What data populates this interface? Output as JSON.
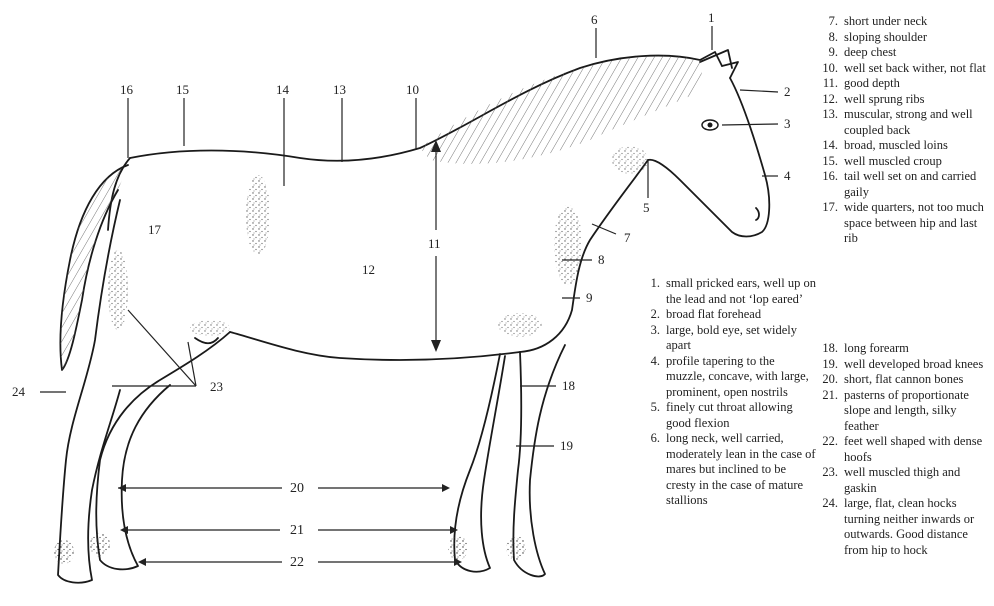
{
  "callouts": {
    "c1": "1",
    "c2": "2",
    "c3": "3",
    "c4": "4",
    "c5": "5",
    "c6": "6",
    "c7": "7",
    "c8": "8",
    "c9": "9",
    "c10": "10",
    "c11": "11",
    "c12": "12",
    "c13": "13",
    "c14": "14",
    "c15": "15",
    "c16": "16",
    "c17": "17",
    "c18": "18",
    "c19": "19",
    "c20": "20",
    "c21": "21",
    "c22": "22",
    "c23": "23",
    "c24": "24"
  },
  "legend_left": [
    {
      "n": "1.",
      "t": "small pricked ears, well up on the lead and not ‘lop eared’"
    },
    {
      "n": "2.",
      "t": "broad flat forehead"
    },
    {
      "n": "3.",
      "t": "large, bold eye, set widely apart"
    },
    {
      "n": "4.",
      "t": "profile tapering to the muzzle, concave, with large, prominent, open nostrils"
    },
    {
      "n": "5.",
      "t": "finely cut throat allowing good flexion"
    },
    {
      "n": "6.",
      "t": "long neck, well carried, moderately lean in the case of mares but inclined to be cresty in the case of mature stallions"
    }
  ],
  "legend_right_top": [
    {
      "n": "7.",
      "t": "short under neck"
    },
    {
      "n": "8.",
      "t": "sloping shoulder"
    },
    {
      "n": "9.",
      "t": "deep chest"
    },
    {
      "n": "10.",
      "t": "well set back wither, not flat"
    },
    {
      "n": "11.",
      "t": "good depth"
    },
    {
      "n": "12.",
      "t": "well sprung ribs"
    },
    {
      "n": "13.",
      "t": "muscular, strong and well coupled back"
    },
    {
      "n": "14.",
      "t": "broad, muscled loins"
    },
    {
      "n": "15.",
      "t": "well muscled croup"
    },
    {
      "n": "16.",
      "t": "tail well set on and carried gaily"
    },
    {
      "n": "17.",
      "t": "wide quarters, not too much space between hip and last rib"
    }
  ],
  "legend_right_bottom": [
    {
      "n": "18.",
      "t": "long forearm"
    },
    {
      "n": "19.",
      "t": "well developed broad knees"
    },
    {
      "n": "20.",
      "t": "short, flat cannon bones"
    },
    {
      "n": "21.",
      "t": "pasterns of proportionate slope and length, silky feather"
    },
    {
      "n": "22.",
      "t": "feet well shaped with dense hoofs"
    },
    {
      "n": "23.",
      "t": "well muscled thigh and gaskin"
    },
    {
      "n": "24.",
      "t": "large, flat, clean hocks turning neither inwards or outwards. Good distance from hip to hock"
    }
  ]
}
